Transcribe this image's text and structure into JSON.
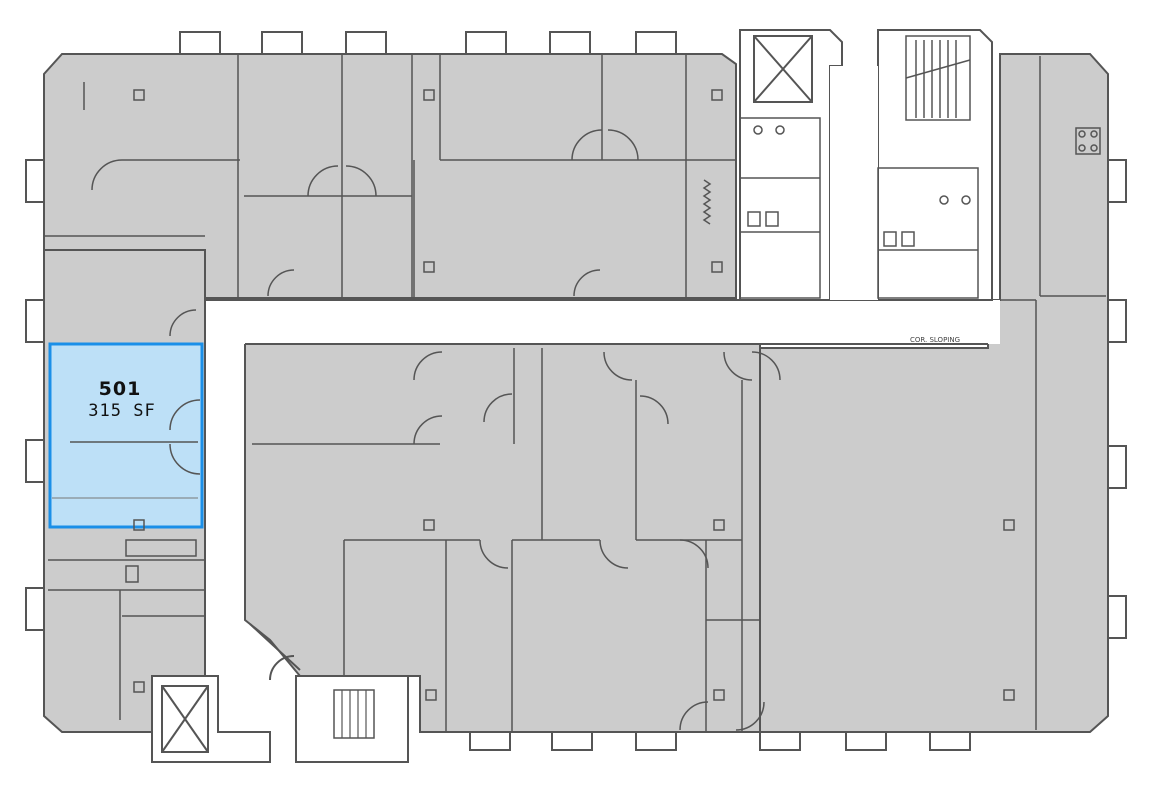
{
  "colors": {
    "background": "#ffffff",
    "floor_fill": "#cccccc",
    "wall": "#555555",
    "highlight_fill": "#bde0f7",
    "highlight_stroke": "#1a8fe8",
    "label_text": "#111111"
  },
  "suite": {
    "number": "501",
    "area": "315 SF",
    "highlighted": true
  },
  "corridor_note": "COR. SLOPING"
}
